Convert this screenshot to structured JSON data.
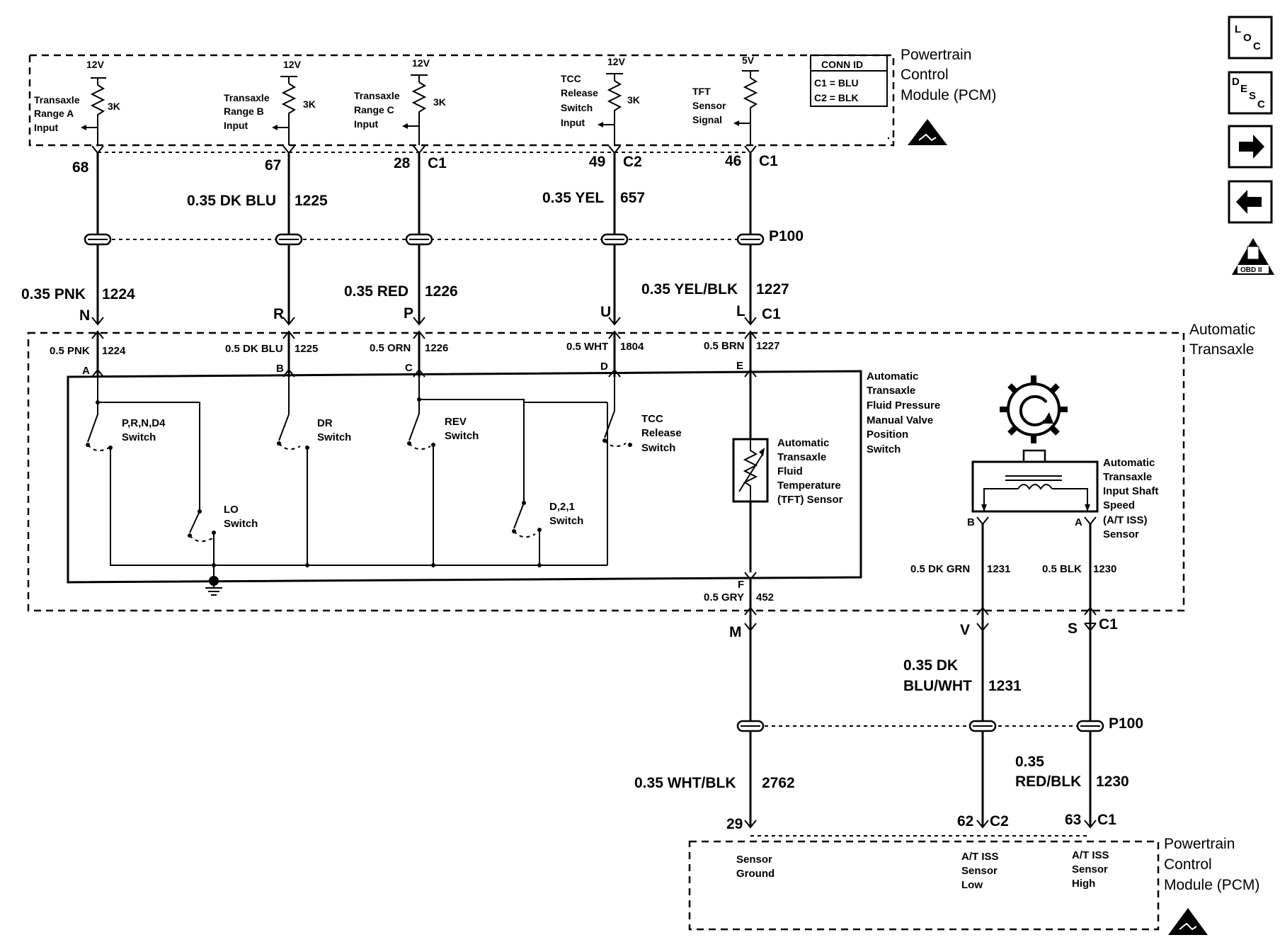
{
  "pcm_top": {
    "title": [
      "Powertrain",
      "Control",
      "Module (PCM)"
    ],
    "conn_id": {
      "title": "CONN ID",
      "c1": "C1 = BLU",
      "c2": "C2 = BLK"
    },
    "inputs": [
      {
        "voltage": "12V",
        "resistor": "3K",
        "label": [
          "Transaxle",
          "Range A",
          "Input"
        ],
        "pin": "68",
        "conn": ""
      },
      {
        "voltage": "12V",
        "resistor": "3K",
        "label": [
          "Transaxle",
          "Range B",
          "Input"
        ],
        "pin": "67",
        "conn": ""
      },
      {
        "voltage": "12V",
        "resistor": "3K",
        "label": [
          "Transaxle",
          "Range C",
          "Input"
        ],
        "pin": "28",
        "conn": "C1"
      },
      {
        "voltage": "12V",
        "resistor": "3K",
        "label": [
          "TCC",
          "Release",
          "Switch",
          "Input"
        ],
        "pin": "49",
        "conn": "C2"
      },
      {
        "voltage": "5V",
        "resistor": "",
        "label": [
          "TFT",
          "Sensor",
          "Signal"
        ],
        "pin": "46",
        "conn": "C1"
      }
    ]
  },
  "top_wires": [
    {
      "upper": "",
      "lower": "0.35 PNK",
      "circuit": "1224",
      "letter": "N",
      "conn": ""
    },
    {
      "upper": "0.35 DK BLU",
      "circuit_upper": "1225",
      "lower": "",
      "circuit": "",
      "letter": "R",
      "conn": ""
    },
    {
      "upper": "",
      "lower": "0.35 RED",
      "circuit": "1226",
      "letter": "P",
      "conn": ""
    },
    {
      "upper": "0.35 YEL",
      "circuit_upper": "657",
      "lower": "",
      "circuit": "",
      "letter": "U",
      "conn": ""
    },
    {
      "upper": "",
      "lower": "0.35 YEL/BLK",
      "circuit": "1227",
      "letter": "L",
      "conn": "C1"
    }
  ],
  "splice_top": "P100",
  "transaxle": {
    "title": [
      "Automatic",
      "Transaxle"
    ],
    "wires": [
      {
        "color": "0.5 PNK",
        "circuit": "1224",
        "terminal": "A"
      },
      {
        "color": "0.5 DK BLU",
        "circuit": "1225",
        "terminal": "B"
      },
      {
        "color": "0.5 ORN",
        "circuit": "1226",
        "terminal": "C"
      },
      {
        "color": "0.5 WHT",
        "circuit": "1804",
        "terminal": "D"
      },
      {
        "color": "0.5 BRN",
        "circuit": "1227",
        "terminal": "E"
      }
    ],
    "switches": {
      "prnd4": [
        "P,R,N,D4",
        "Switch"
      ],
      "dr": [
        "DR",
        "Switch"
      ],
      "rev": [
        "REV",
        "Switch"
      ],
      "tcc": [
        "TCC",
        "Release",
        "Switch"
      ],
      "lo": [
        "LO",
        "Switch"
      ],
      "d21": [
        "D,2,1",
        "Switch"
      ]
    },
    "tft": [
      "Automatic",
      "Transaxle",
      "Fluid",
      "Temperature",
      "(TFT) Sensor"
    ],
    "valve_switch": [
      "Automatic",
      "Transaxle",
      "Fluid Pressure",
      "Manual Valve",
      "Position",
      "Switch"
    ],
    "iss": [
      "Automatic",
      "Transaxle",
      "Input Shaft",
      "Speed",
      "(A/T ISS)",
      "Sensor"
    ],
    "iss_terminals": {
      "b": "B",
      "a": "A"
    },
    "terminal_f": "F",
    "ground_wire": {
      "color": "0.5 GRY",
      "circuit": "452"
    },
    "iss_wires": [
      {
        "color": "0.5 DK GRN",
        "circuit": "1231"
      },
      {
        "color": "0.5 BLK",
        "circuit": "1230"
      }
    ]
  },
  "bottom": {
    "letters": {
      "m": "M",
      "v": "V",
      "s": "S",
      "conn": "C1"
    },
    "wire_v": [
      "0.35 DK",
      "BLU/WHT"
    ],
    "wire_v_circuit": "1231",
    "splice": "P100",
    "wire_m": "0.35 WHT/BLK",
    "wire_m_circuit": "2762",
    "wire_s": [
      "0.35",
      "RED/BLK"
    ],
    "wire_s_circuit": "1230",
    "pins": [
      {
        "pin": "29",
        "conn": ""
      },
      {
        "pin": "62",
        "conn": "C2"
      },
      {
        "pin": "63",
        "conn": "C1"
      }
    ],
    "pcm_title": [
      "Powertrain",
      "Control",
      "Module (PCM)"
    ],
    "pcm_labels": {
      "ground": [
        "Sensor",
        "Ground"
      ],
      "low": [
        "A/T ISS",
        "Sensor",
        "Low"
      ],
      "high": [
        "A/T ISS",
        "Sensor",
        "High"
      ]
    }
  },
  "nav": {
    "loc": [
      "L",
      "O",
      "C"
    ],
    "desc": [
      "D",
      "E",
      "S",
      "C"
    ],
    "obd": "OBD II"
  }
}
